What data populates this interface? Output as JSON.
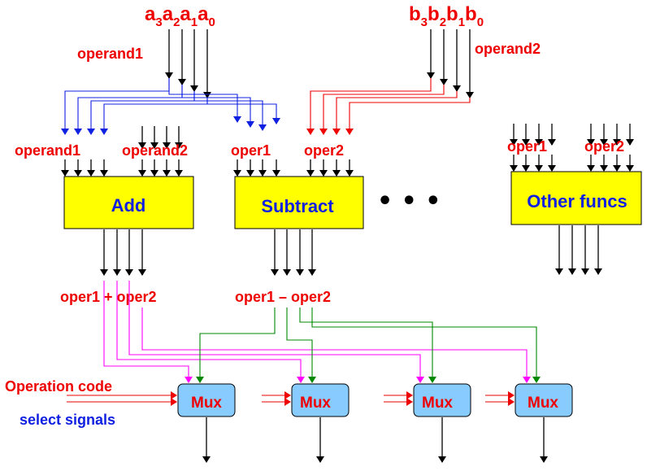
{
  "inputs": {
    "a_bits": {
      "letter": "a",
      "subs": [
        "3",
        "2",
        "1",
        "0"
      ]
    },
    "b_bits": {
      "letter": "b",
      "subs": [
        "3",
        "2",
        "1",
        "0"
      ]
    },
    "operand1_label": "operand1",
    "operand2_label": "operand2"
  },
  "units": [
    {
      "label": "Add",
      "in1": "operand1",
      "in2": "operand2",
      "out": "oper1 + oper2"
    },
    {
      "label": "Subtract",
      "in1": "oper1",
      "in2": "oper2",
      "out": "oper1 – oper2"
    },
    {
      "label": "Other funcs",
      "in1": "oper1",
      "in2": "oper2"
    }
  ],
  "ellipsis": "•   •   •",
  "mux": {
    "label": "Mux",
    "count": 4
  },
  "select": {
    "line1": "Operation code",
    "line2": "select signals"
  },
  "colors": {
    "box_yellow": "#ffff00",
    "mux_blue": "#88ccff",
    "label_red": "#ee0000",
    "label_blue": "#1020e0",
    "wire_blue": "#1020e0",
    "wire_red": "#ee0000",
    "wire_magenta": "#ff00ff",
    "wire_green": "#008800"
  }
}
